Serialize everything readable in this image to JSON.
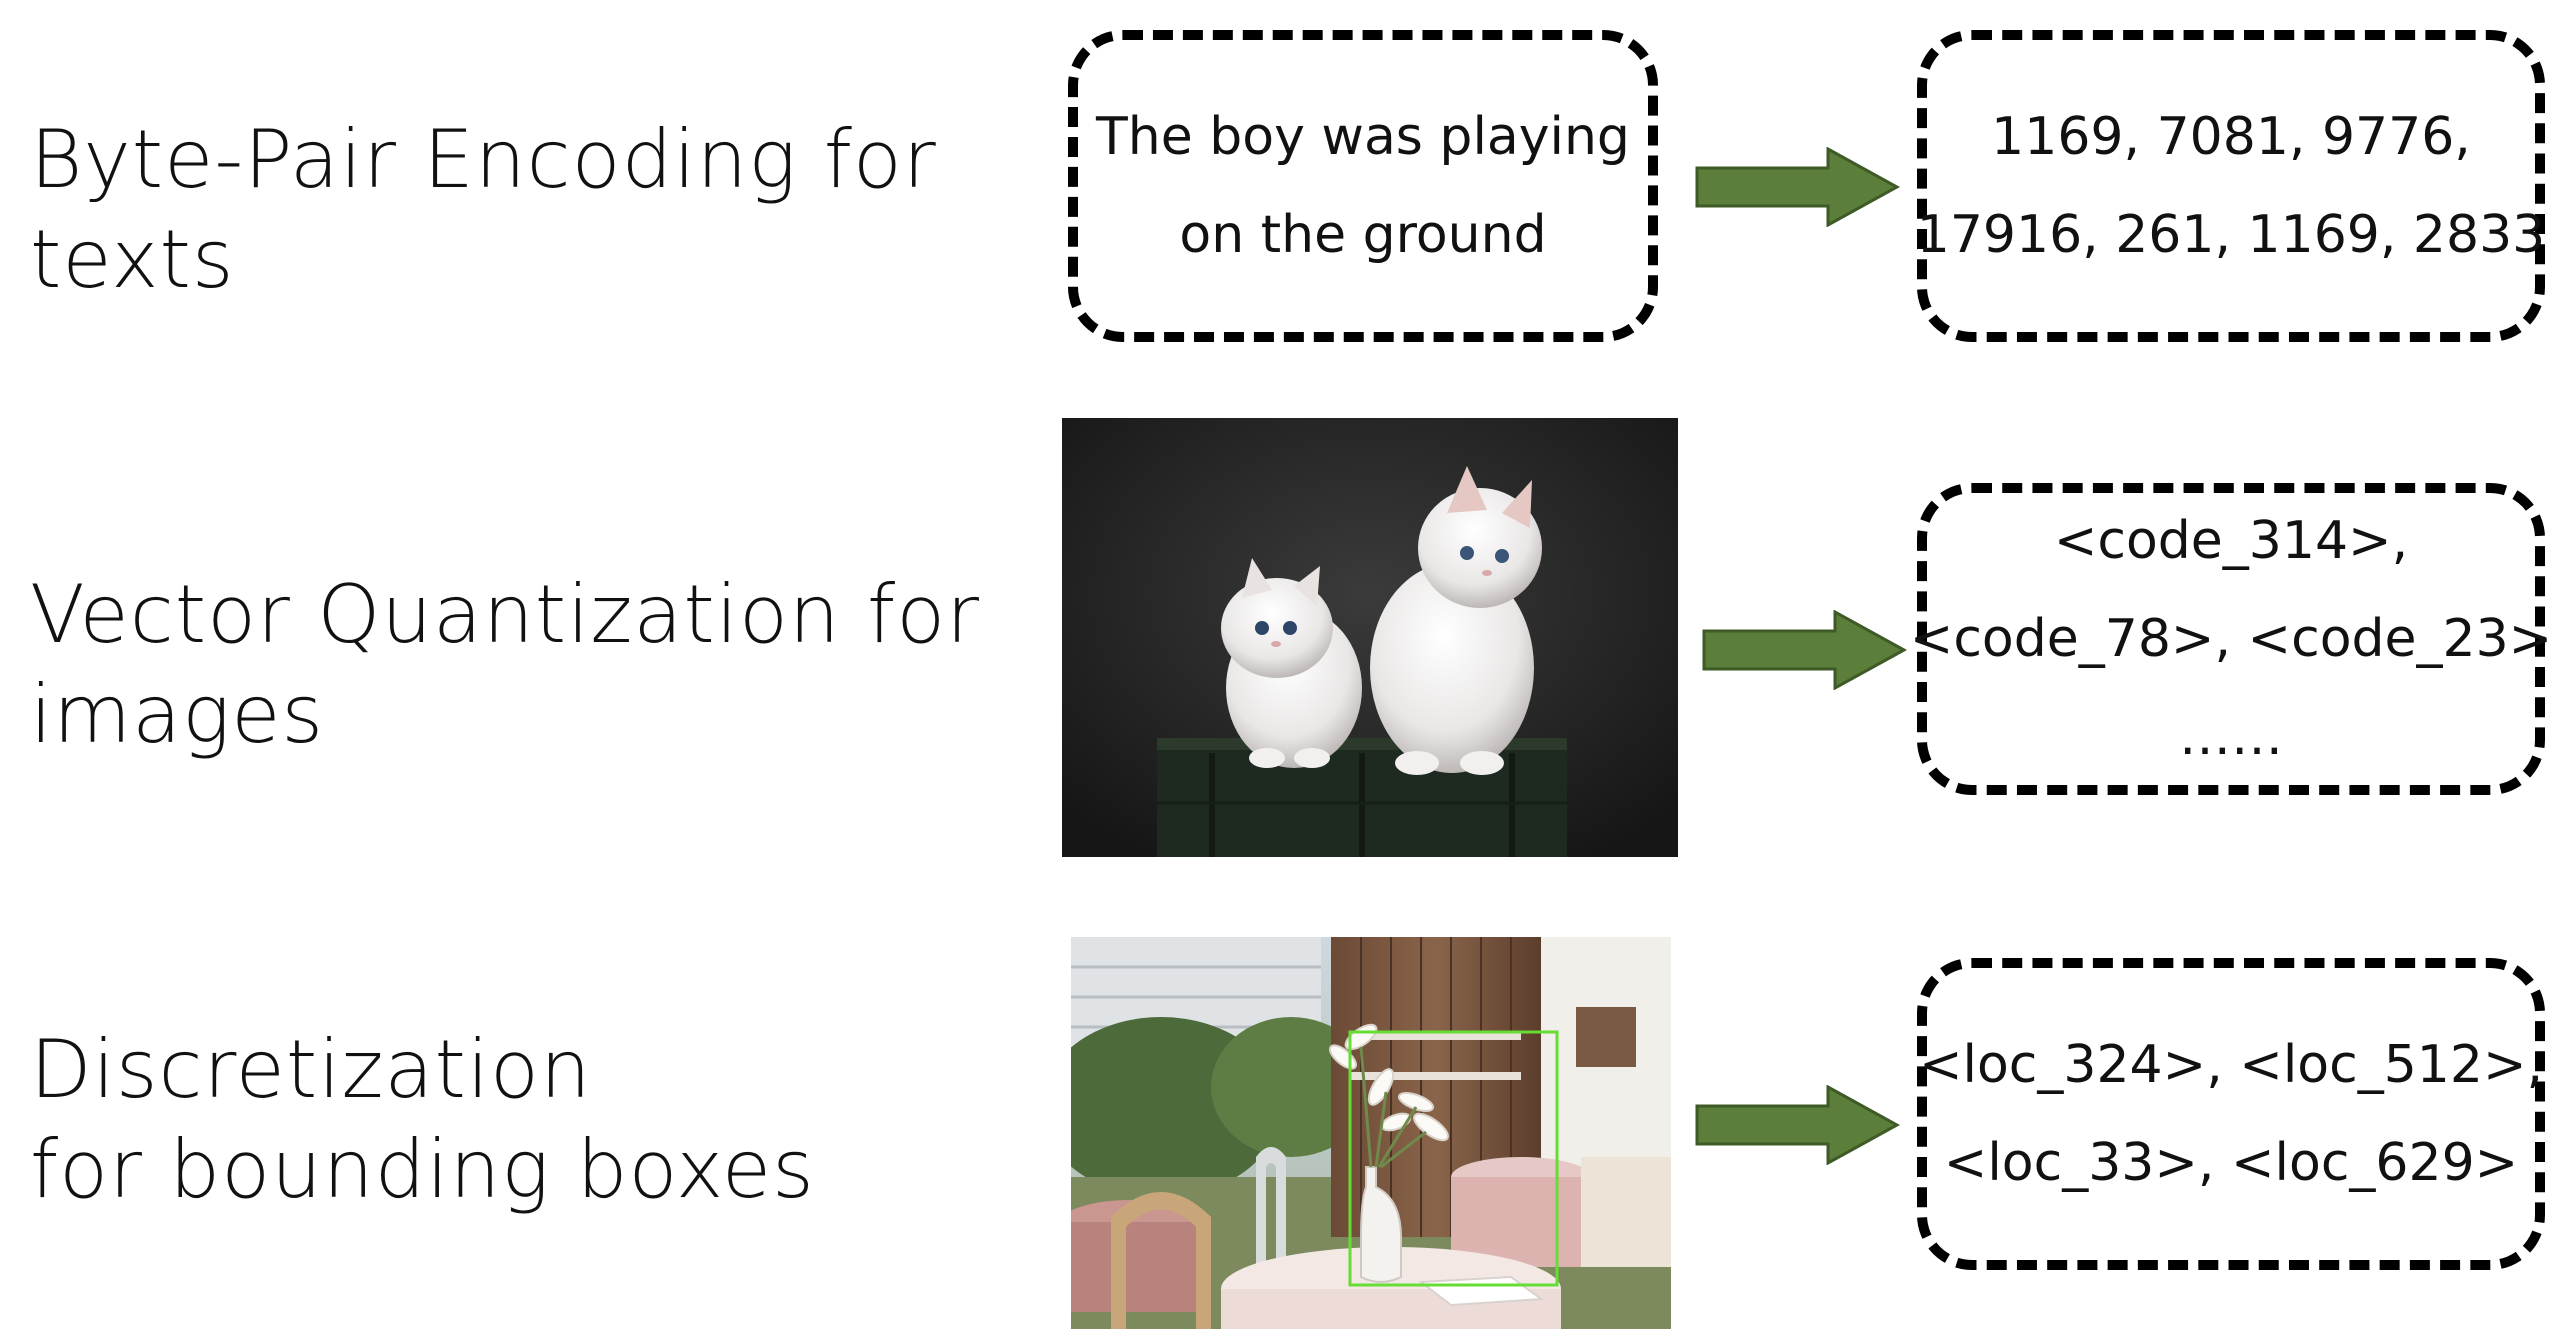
{
  "rows": [
    {
      "label_lines": [
        "Byte-Pair Encoding for",
        "texts"
      ],
      "input_text_lines": [
        "The boy was playing",
        "on the ground"
      ],
      "output_lines": [
        "1169, 7081, 9776,",
        "17916, 261, 1169, 2833"
      ]
    },
    {
      "label_lines": [
        "Vector Quantization for",
        "images"
      ],
      "output_lines": [
        "<code_314>,",
        "<code_78>, <code_23>",
        "……"
      ]
    },
    {
      "label_lines": [
        "Discretization",
        "for bounding boxes"
      ],
      "output_lines": [
        "<loc_324>, <loc_512>,",
        "<loc_33>, <loc_629>"
      ]
    }
  ],
  "colors": {
    "arrow_fill": "#5b7f3a",
    "arrow_stroke": "#3e5a26",
    "bbox": "#66dd33",
    "dash": "#000000"
  }
}
